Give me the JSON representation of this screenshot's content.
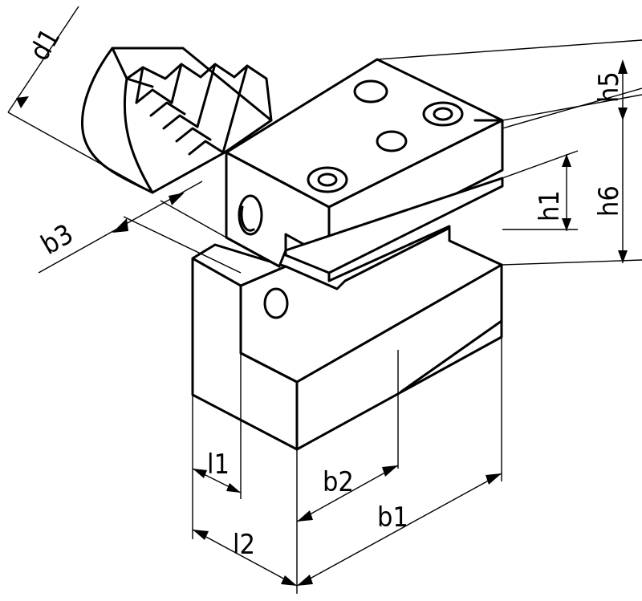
{
  "figure": {
    "colors": {
      "line": "#000000",
      "background": "#ffffff"
    },
    "dimensions": {
      "d1": "d1",
      "b3": "b3",
      "h5": "h5",
      "h6": "h6",
      "h1": "h1",
      "l1": "l1",
      "l2": "l2",
      "b2": "b2",
      "b1": "b1"
    },
    "parts": [
      "shank",
      "clamp-block",
      "base-block",
      "screw",
      "bore"
    ]
  }
}
